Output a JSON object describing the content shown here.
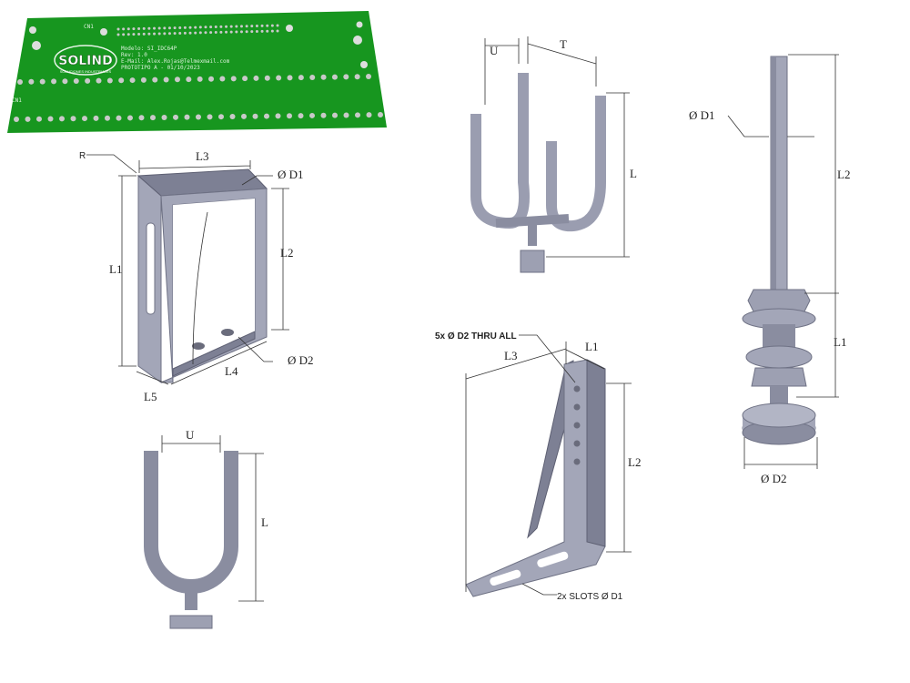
{
  "pcb": {
    "logo": "SOLIND",
    "logo_sub": "SOLUCIONES INDUSTRIALES",
    "model": "Modelo: SI_IDC64P",
    "rev": "Rev: 1.0",
    "email": "E-Mail: Alex.Rojas@Telmexmail.com",
    "prototype": "PROTOTIPO A - 01/10/2023",
    "connector_top": "CN1",
    "connector_bottom": "CN1",
    "colors": {
      "board": "#17961f",
      "pads": "#c9c9c9"
    }
  },
  "frame_bracket": {
    "r": "R",
    "l1": "L1",
    "l2": "L2",
    "l3": "L3",
    "l4": "L4",
    "l5": "L5",
    "d1": "Ø D1",
    "d2": "Ø D2"
  },
  "u_bolt": {
    "u": "U",
    "l": "L"
  },
  "fork_bolt": {
    "u": "U",
    "t": "T",
    "l": "L"
  },
  "angle_bracket": {
    "holes": "5x Ø D2 THRU ALL",
    "slots": "2x SLOTS Ø D1",
    "l1": "L1",
    "l2": "L2",
    "l3": "L3"
  },
  "leveling_foot": {
    "d1": "Ø D1",
    "d2": "Ø D2",
    "l1": "L1",
    "l2": "L2"
  },
  "colors": {
    "metal": "#a3a6b8",
    "metal_dark": "#7d8094"
  }
}
